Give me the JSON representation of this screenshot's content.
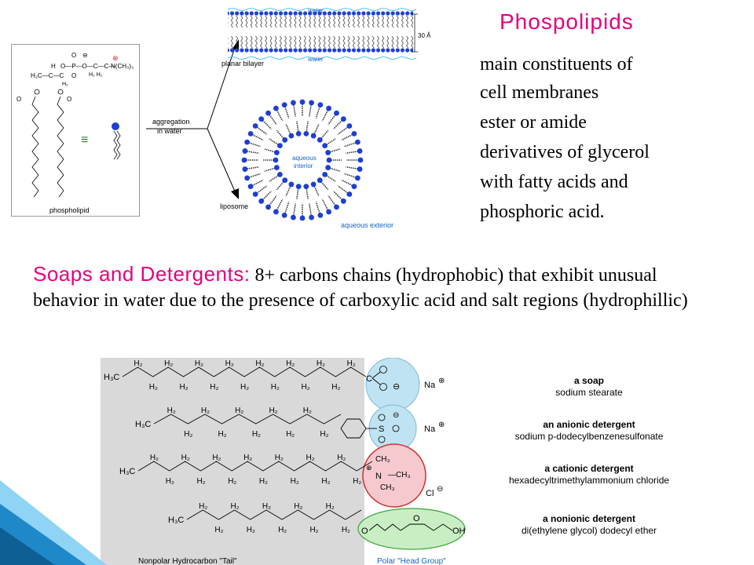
{
  "title": "Phospolipids",
  "bullets": [
    "main constituents of",
    "cell membranes",
    "ester or amide",
    "derivatives of glycerol",
    "with fatty acids and",
    "phosphoric acid."
  ],
  "soaps": {
    "heading": "Soaps and Detergents:",
    "text": " 8+ carbons chains (hydrophobic) that exhibit unusual behavior in water due to the presence of carboxylic acid and salt regions (hydrophillic)"
  },
  "membrane_diagram": {
    "water_top": "water",
    "water_bottom": "water",
    "thickness": "30 Å",
    "planar_label": "planar bilayer",
    "aggregation_line1": "aggregation",
    "aggregation_line2": "in water",
    "liposome_label": "liposome",
    "aqueous_interior_line1": "aqueous",
    "aqueous_interior_line2": "interior",
    "aqueous_exterior": "aqueous exterior",
    "phospholipid_label": "phospholipid",
    "equiv_symbol": "≡",
    "formula_headgroup": "N(CH₃)₃"
  },
  "detergents": [
    {
      "title": "a soap",
      "subtitle": "sodium stearate",
      "ion": "Na",
      "charge": "⊕"
    },
    {
      "title": "an anionic detergent",
      "subtitle": "sodium p-dodecylbenzenesulfonate",
      "ion": "Na",
      "charge": "⊕"
    },
    {
      "title": "a cationic detergent",
      "subtitle": "hexadecyltrimethylammonium chloride",
      "ion": "Cl",
      "charge": "⊖"
    },
    {
      "title": "a nonionic detergent",
      "subtitle": "di(ethylene glycol) dodecyl ether",
      "ion": "",
      "charge": ""
    }
  ],
  "tail_label": "Nonpolar Hydrocarbon \"Tail\"",
  "head_label": "Polar \"Head Group\"",
  "chem": {
    "h3c": "H₃C",
    "h2": "H₂",
    "c": "C",
    "oh": "OH",
    "o": "O",
    "s": "S",
    "n": "N",
    "ch3": "CH₃"
  },
  "colors": {
    "title": "#e6007e",
    "head_blue": "#1e3fd1",
    "anion_circle": "#bfe3f2",
    "cation_circle": "#f6c9cf",
    "nonionic_circle": "#c9eec3",
    "panel_gray": "#d9d9d9",
    "accent_blue": "#1565c0"
  }
}
